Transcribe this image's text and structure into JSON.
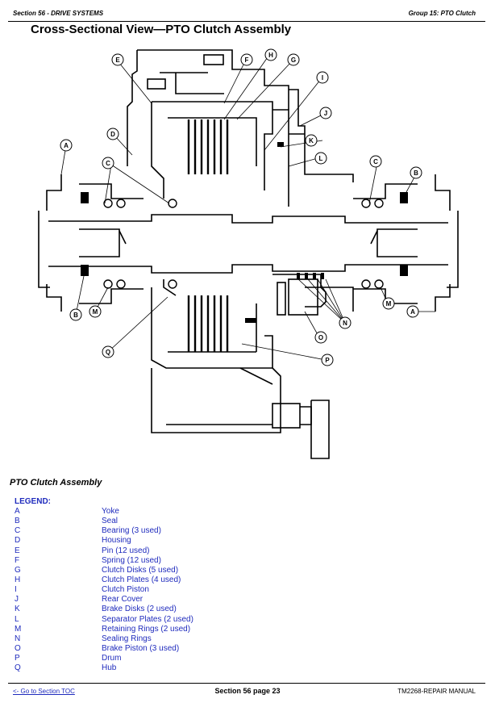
{
  "header": {
    "section": "Section 56 - DRIVE SYSTEMS",
    "group": "Group 15: PTO Clutch"
  },
  "title": "Cross-Sectional View—PTO Clutch Assembly",
  "diagram": {
    "callouts": [
      "E",
      "F",
      "H",
      "G",
      "I",
      "D",
      "J",
      "K",
      "A",
      "L",
      "C",
      "C",
      "B",
      "B",
      "M",
      "M",
      "A",
      "N",
      "Q",
      "O",
      "P"
    ]
  },
  "caption": "PTO Clutch Assembly",
  "legend": {
    "title": "LEGEND:",
    "items": [
      {
        "key": "A",
        "label": "Yoke"
      },
      {
        "key": "B",
        "label": "Seal"
      },
      {
        "key": "C",
        "label": "Bearing (3 used)"
      },
      {
        "key": "D",
        "label": "Housing"
      },
      {
        "key": "E",
        "label": "Pin (12 used)"
      },
      {
        "key": "F",
        "label": "Spring (12 used)"
      },
      {
        "key": "G",
        "label": "Clutch Disks (5 used)"
      },
      {
        "key": "H",
        "label": "Clutch Plates (4 used)"
      },
      {
        "key": "I",
        "label": "Clutch Piston"
      },
      {
        "key": "J",
        "label": "Rear Cover"
      },
      {
        "key": "K",
        "label": "Brake Disks (2 used)"
      },
      {
        "key": "L",
        "label": "Separator Plates (2 used)"
      },
      {
        "key": "M",
        "label": "Retaining Rings (2 used)"
      },
      {
        "key": "N",
        "label": "Sealing Rings"
      },
      {
        "key": "O",
        "label": "Brake Piston (3 used)"
      },
      {
        "key": "P",
        "label": "Drum"
      },
      {
        "key": "Q",
        "label": "Hub"
      }
    ]
  },
  "footer": {
    "toc_link": "<- Go to Section TOC",
    "page": "Section 56 page 23",
    "manual": "TM2268-REPAIR MANUAL"
  }
}
